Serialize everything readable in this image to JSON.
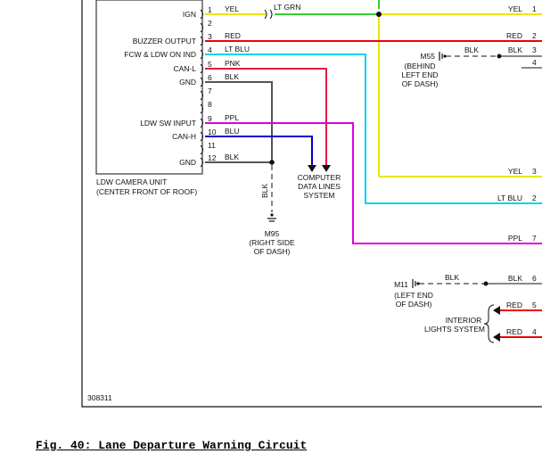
{
  "camera_unit": {
    "title": "LDW CAMERA UNIT",
    "location": "(CENTER FRONT OF ROOF)",
    "pins": [
      {
        "num": "1",
        "label": "IGN",
        "wire": "YEL"
      },
      {
        "num": "2",
        "label": "",
        "wire": ""
      },
      {
        "num": "3",
        "label": "BUZZER OUTPUT",
        "wire": "RED"
      },
      {
        "num": "4",
        "label": "FCW & LDW ON IND",
        "wire": "LT BLU"
      },
      {
        "num": "5",
        "label": "CAN-L",
        "wire": "PNK"
      },
      {
        "num": "6",
        "label": "GND",
        "wire": "BLK"
      },
      {
        "num": "7",
        "label": "",
        "wire": ""
      },
      {
        "num": "8",
        "label": "",
        "wire": ""
      },
      {
        "num": "9",
        "label": "LDW SW INPUT",
        "wire": "PPL"
      },
      {
        "num": "10",
        "label": "CAN-H",
        "wire": "BLU"
      },
      {
        "num": "11",
        "label": "",
        "wire": ""
      },
      {
        "num": "12",
        "label": "GND",
        "wire": "BLK"
      }
    ]
  },
  "connector_wire": "LT GRN",
  "right_pins": [
    {
      "wire": "YEL",
      "num": "1"
    },
    {
      "wire": "RED",
      "num": "2"
    },
    {
      "wire": "BLK",
      "num": "3"
    },
    {
      "wire": "",
      "num": "4"
    },
    {
      "wire": "YEL",
      "num": "3"
    },
    {
      "wire": "LT BLU",
      "num": "2"
    },
    {
      "wire": "PPL",
      "num": "7"
    },
    {
      "wire": "BLK",
      "num": "6"
    },
    {
      "wire": "RED",
      "num": "5"
    },
    {
      "wire": "RED",
      "num": "4"
    }
  ],
  "grounds": {
    "m55": {
      "wire": "BLK",
      "lines": [
        "M55",
        "(BEHIND",
        "LEFT END",
        "OF DASH)"
      ]
    },
    "m95": {
      "wire": "BLK",
      "lines": [
        "M95",
        "(RIGHT SIDE",
        "OF DASH)"
      ]
    },
    "m11": {
      "wire": "BLK",
      "lines": [
        "M11",
        "(LEFT END",
        "OF DASH)"
      ]
    }
  },
  "computer_data_lines": [
    "COMPUTER",
    "DATA LINES",
    "SYSTEM"
  ],
  "interior_lights": [
    "INTERIOR",
    "LIGHTS SYSTEM"
  ],
  "diagram_id": "308311",
  "caption": "Fig. 40: Lane Departure Warning Circuit",
  "wire_colors": {
    "yellow": "#e8e600",
    "green": "#33cc33",
    "red": "#ee0000",
    "light_blue": "#00d2ee",
    "pink": "#e21b3c",
    "magenta": "#dd00dd",
    "blue": "#0000cc",
    "black": "#111111"
  }
}
